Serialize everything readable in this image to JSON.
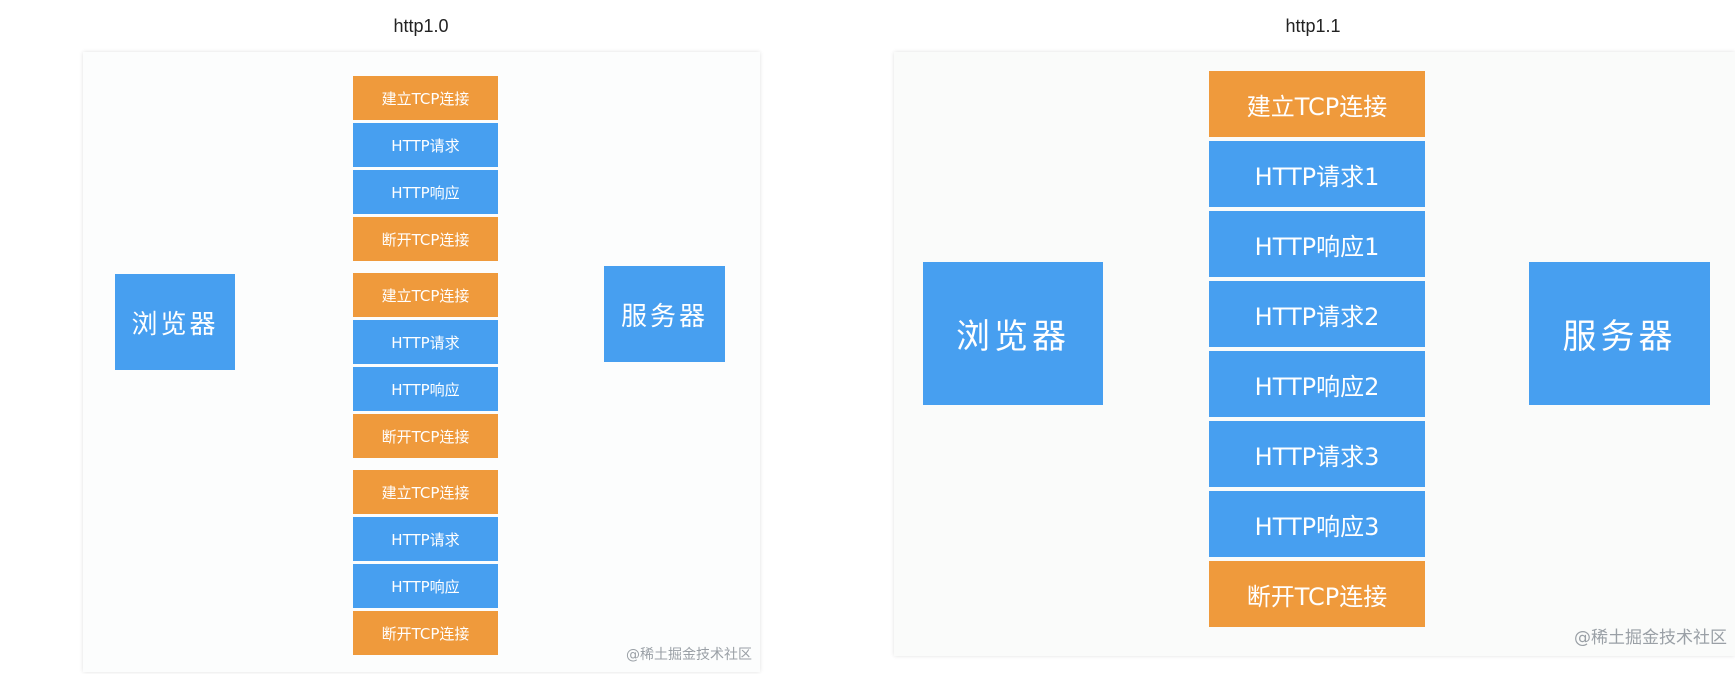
{
  "colors": {
    "blue": "#479ff0",
    "orange": "#ef9a3c",
    "background": "#ffffff"
  },
  "left": {
    "title": "http1.0",
    "browser": "浏览器",
    "server": "服务器",
    "steps": [
      {
        "label": "建立TCP连接",
        "kind": "tcp"
      },
      {
        "label": "HTTP请求",
        "kind": "http"
      },
      {
        "label": "HTTP响应",
        "kind": "http"
      },
      {
        "label": "断开TCP连接",
        "kind": "tcp"
      },
      {
        "label": "建立TCP连接",
        "kind": "tcp"
      },
      {
        "label": "HTTP请求",
        "kind": "http"
      },
      {
        "label": "HTTP响应",
        "kind": "http"
      },
      {
        "label": "断开TCP连接",
        "kind": "tcp"
      },
      {
        "label": "建立TCP连接",
        "kind": "tcp"
      },
      {
        "label": "HTTP请求",
        "kind": "http"
      },
      {
        "label": "HTTP响应",
        "kind": "http"
      },
      {
        "label": "断开TCP连接",
        "kind": "tcp"
      }
    ],
    "watermark": "@稀土掘金技术社区"
  },
  "right": {
    "title": "http1.1",
    "browser": "浏览器",
    "server": "服务器",
    "steps": [
      {
        "label": "建立TCP连接",
        "kind": "tcp"
      },
      {
        "label": "HTTP请求1",
        "kind": "http"
      },
      {
        "label": "HTTP响应1",
        "kind": "http"
      },
      {
        "label": "HTTP请求2",
        "kind": "http"
      },
      {
        "label": "HTTP响应2",
        "kind": "http"
      },
      {
        "label": "HTTP请求3",
        "kind": "http"
      },
      {
        "label": "HTTP响应3",
        "kind": "http"
      },
      {
        "label": "断开TCP连接",
        "kind": "tcp"
      }
    ],
    "watermark": "@稀土掘金技术社区"
  }
}
